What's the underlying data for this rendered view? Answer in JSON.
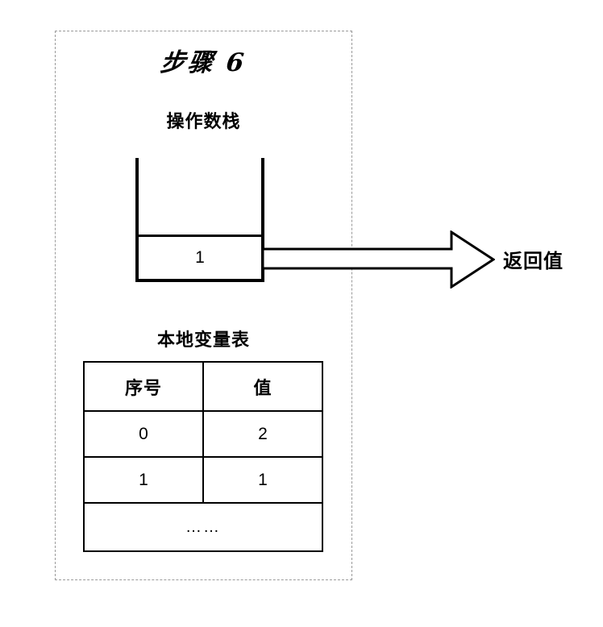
{
  "diagram": {
    "title": "步骤 6",
    "frame_style": "dashed",
    "colors": {
      "stroke": "#000000",
      "frame_dash": "#9a9a9a",
      "background": "#ffffff"
    }
  },
  "operand_stack": {
    "caption": "操作数栈",
    "cells": [
      {
        "value": "1"
      }
    ]
  },
  "return_flow": {
    "label": "返回值",
    "arrow_direction": "right"
  },
  "local_variable_table": {
    "caption": "本地变量表",
    "columns": [
      "序号",
      "值"
    ],
    "rows": [
      {
        "index": "0",
        "value": "2"
      },
      {
        "index": "1",
        "value": "1"
      }
    ],
    "ellipsis": "……"
  }
}
